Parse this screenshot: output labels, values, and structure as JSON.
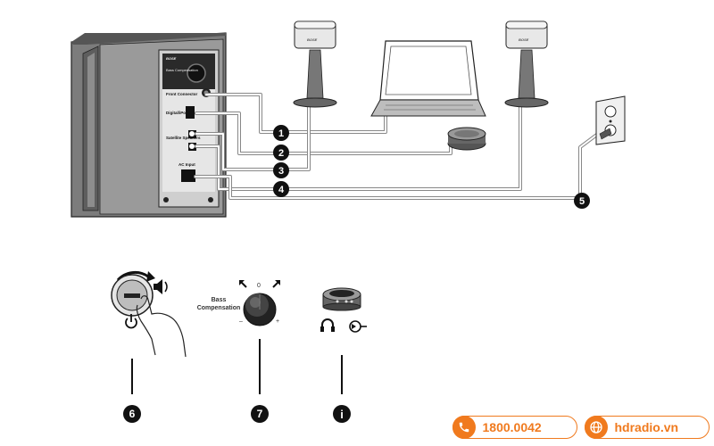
{
  "brand": {
    "speaker_logo": "BOSE",
    "panel_logo": "BOSE"
  },
  "panel_labels": {
    "bass": "Bass Compensation",
    "front": "Front Connector",
    "digital": "Digital/iPod",
    "satellite": "Satellite Speakers",
    "ac": "AC Input"
  },
  "callouts": [
    "1",
    "2",
    "3",
    "4",
    "5",
    "6",
    "7"
  ],
  "info_symbol": "i",
  "control": {
    "bass_label": "Bass\nCompensation",
    "minus": "–",
    "plus": "+",
    "zero": "0"
  },
  "contacts": {
    "phone": "1800.0042",
    "website": "hdradio.vn",
    "accent_color": "#f07a1e"
  },
  "icons": [
    "volume-icon",
    "power-icon",
    "headphone-icon",
    "aux-input-icon",
    "phone-icon",
    "globe-icon"
  ]
}
